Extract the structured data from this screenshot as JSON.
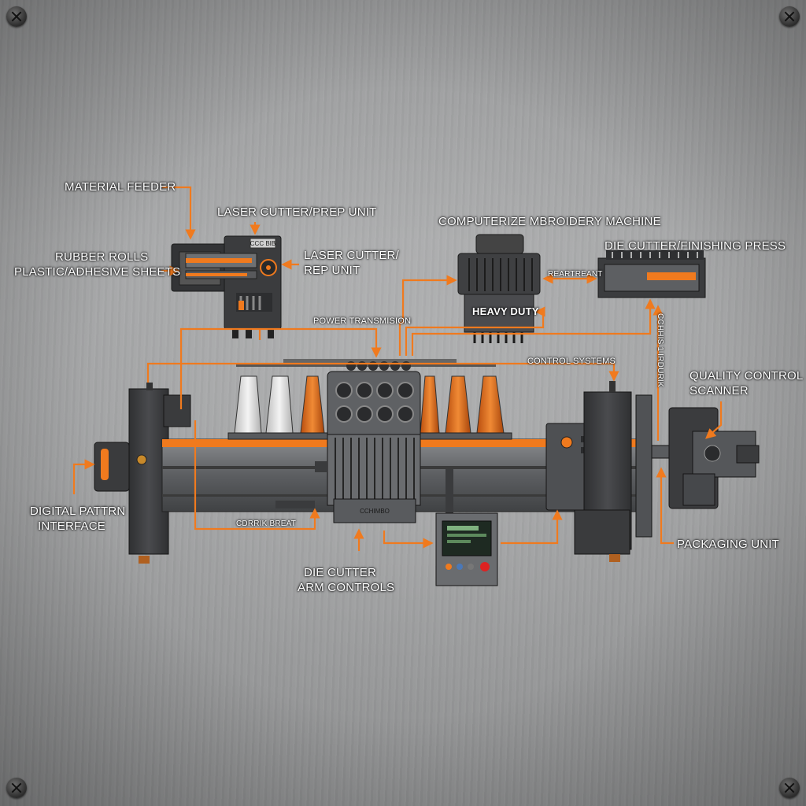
{
  "labels": {
    "material_feeder": "MATERIAL FEEDER",
    "laser_cutter_top": "LASER CUTTER/PREP UNIT",
    "rubber_rolls": "RUBBER ROLLS",
    "plastic_sheets": "PLASTIC/ADHESIVE SHEETS",
    "laser_cutter_side_1": "LASER CUTTER/",
    "laser_cutter_side_2": "REP UNIT",
    "embroidery_machine": "COMPUTERIZE MBROIDERY MACHINE",
    "die_cutter_press": "DIE CUTTER/FINISHING PRESS",
    "heavy_duty": "HEAVY DUTY",
    "power_transmission": "POWER TRANSMISION",
    "control_systems": "CONTROL SYSTEMS",
    "reartreant": "REARTREANT",
    "quality_scanner_1": "QUALITY CONTROL",
    "quality_scanner_2": "SCANNER",
    "digital_pattern_1": "DIGITAL PATTRN",
    "digital_pattern_2": "INTERFACE",
    "die_cutter_arm_1": "DIE CUTTER",
    "die_cutter_arm_2": "ARM CONTROLS",
    "packaging_unit": "PACKAGING UNIT",
    "cdrrik_breat": "CDRRIK BREAT",
    "cchhis": "CCHHIS 1 IRDURIK",
    "feeder_plate": "CCC BIB",
    "head_plate": "CCHIMBO"
  },
  "colors": {
    "accent": "#f07a1e",
    "machine_dark": "#3c3d3f",
    "machine_mid": "#6d6f72",
    "label": "#ffffff"
  }
}
